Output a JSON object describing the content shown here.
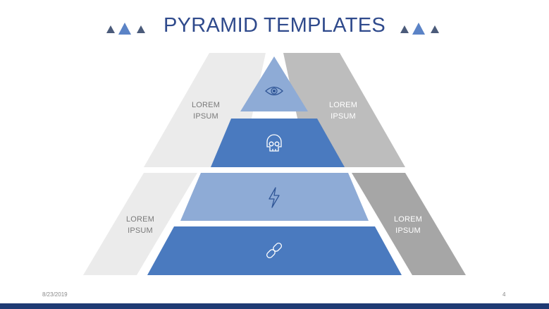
{
  "slide": {
    "title": "PYRAMID TEMPLATES",
    "date": "8/23/2019",
    "page_number": "4"
  },
  "pyramid": {
    "levels": [
      {
        "icon": "eye-icon"
      },
      {
        "icon": "skull-icon"
      },
      {
        "icon": "lightning-bolt-icon"
      },
      {
        "icon": "link-icon"
      }
    ]
  },
  "side_panels": {
    "upper_left": {
      "line1": "LOREM",
      "line2": "IPSUM"
    },
    "upper_right": {
      "line1": "LOREM",
      "line2": "IPSUM"
    },
    "lower_left": {
      "line1": "LOREM",
      "line2": "IPSUM"
    },
    "lower_right": {
      "line1": "LOREM",
      "line2": "IPSUM"
    }
  },
  "colors": {
    "title": "#2f4a8c",
    "pyramid_light_blue": "#8eabd6",
    "pyramid_dark_blue": "#4a7abf",
    "panel_light_gray": "#ebebeb",
    "panel_mid_gray": "#bdbdbd",
    "panel_dark_gray": "#a6a6a6",
    "footer_bar": "#1f3a73"
  }
}
